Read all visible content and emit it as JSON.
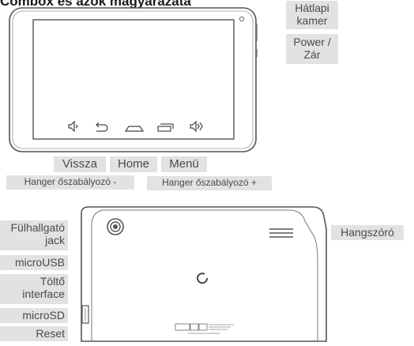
{
  "title": "Combox és azok magyarázata",
  "labels": {
    "back_camera": [
      "Hátlapi",
      "kamer"
    ],
    "power_lock": [
      "Power /",
      "Zár"
    ],
    "back": "Vissza",
    "home": "Home",
    "menu": "Menü",
    "volume_down": "Hanger őszabályozó -",
    "volume_up": "Hanger őszabályozó +",
    "headphone_jack": [
      "Fülhallgató",
      "jack"
    ],
    "micro_usb": "microUSB",
    "charging_interface": [
      "Töltő",
      "interface"
    ],
    "micro_sd": "microSD",
    "reset": "Reset",
    "speaker": "Hangszóró"
  },
  "icons": {
    "front": [
      "volume-down-icon",
      "back-arrow-icon",
      "home-icon",
      "recent-apps-icon",
      "volume-up-icon"
    ],
    "back": [
      "camera-lens-icon",
      "speaker-grille-icon",
      "brand-logo-icon",
      "certification-marks-icon"
    ]
  },
  "colors": {
    "label_bg": "#e2e2e2",
    "label_text": "#4a4a4a",
    "line": "#555555"
  }
}
